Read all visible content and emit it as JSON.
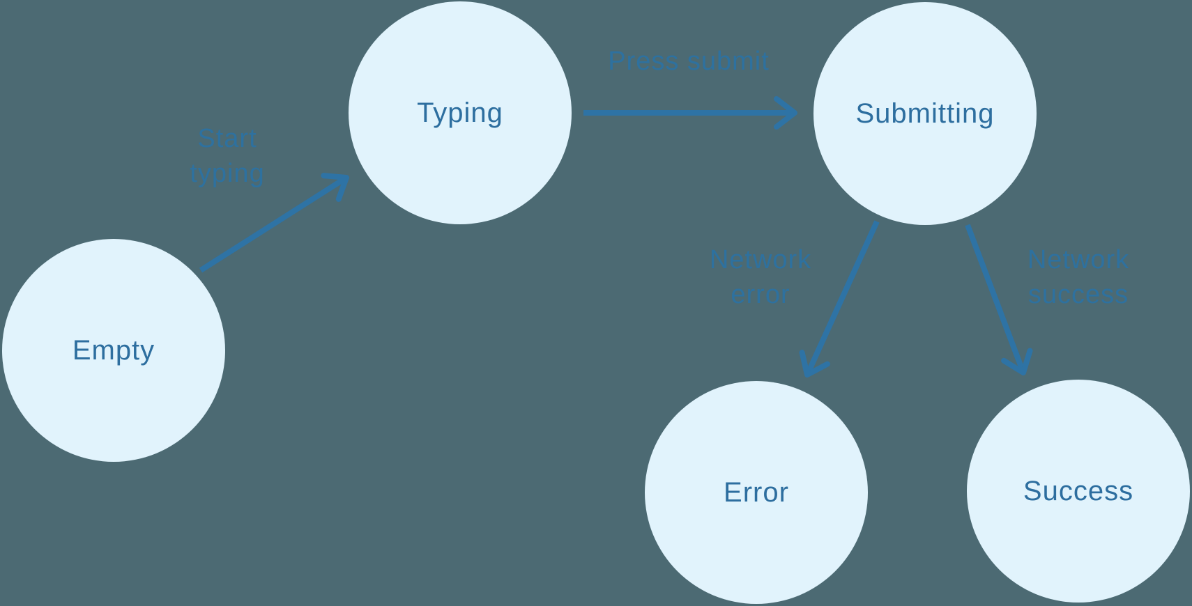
{
  "diagram": {
    "type": "state-machine",
    "nodes": [
      {
        "id": "empty",
        "label": "Empty"
      },
      {
        "id": "typing",
        "label": "Typing"
      },
      {
        "id": "submitting",
        "label": "Submitting"
      },
      {
        "id": "error",
        "label": "Error"
      },
      {
        "id": "success",
        "label": "Success"
      }
    ],
    "edges": [
      {
        "from": "empty",
        "to": "typing",
        "label": "Start typing",
        "label_lines": [
          "Start",
          "typing"
        ]
      },
      {
        "from": "typing",
        "to": "submitting",
        "label": "Press submit",
        "label_lines": [
          "Press submit"
        ]
      },
      {
        "from": "submitting",
        "to": "error",
        "label": "Network error",
        "label_lines": [
          "Network",
          "error"
        ]
      },
      {
        "from": "submitting",
        "to": "success",
        "label": "Network success",
        "label_lines": [
          "Network",
          "success"
        ]
      }
    ],
    "colors": {
      "background": "#4C6A73",
      "node_fill": "#E1F3FC",
      "node_text": "#2D6E9F",
      "edge_stroke": "#2E73A5",
      "edge_label": "#2E719F"
    }
  }
}
